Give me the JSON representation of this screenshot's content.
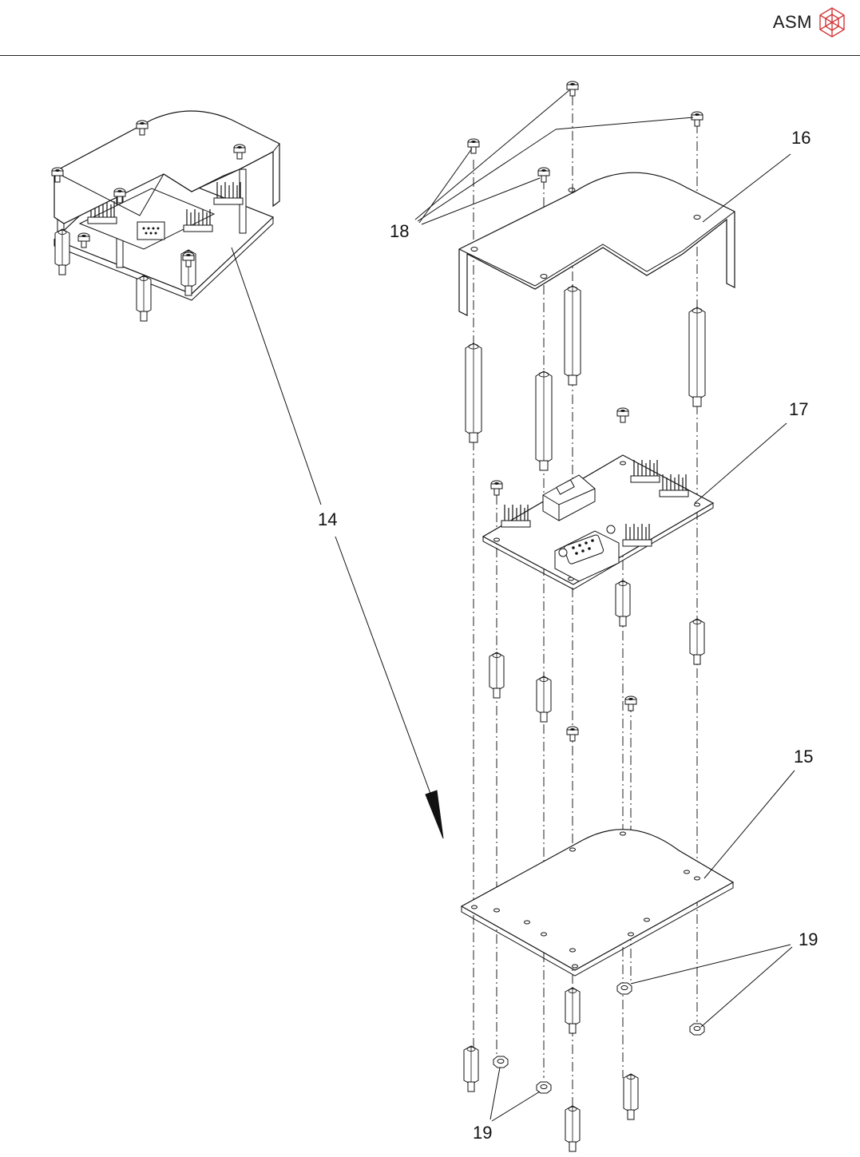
{
  "header": {
    "brand": "ASM",
    "brand_color": "#d23a3a",
    "logo_icon": "cube-icon"
  },
  "diagram": {
    "labels": [
      {
        "id": "callout-14",
        "text": "14"
      },
      {
        "id": "callout-15",
        "text": "15"
      },
      {
        "id": "callout-16",
        "text": "16"
      },
      {
        "id": "callout-17",
        "text": "17"
      },
      {
        "id": "callout-18",
        "text": "18"
      },
      {
        "id": "callout-19a",
        "text": "19"
      },
      {
        "id": "callout-19b",
        "text": "19"
      }
    ]
  }
}
